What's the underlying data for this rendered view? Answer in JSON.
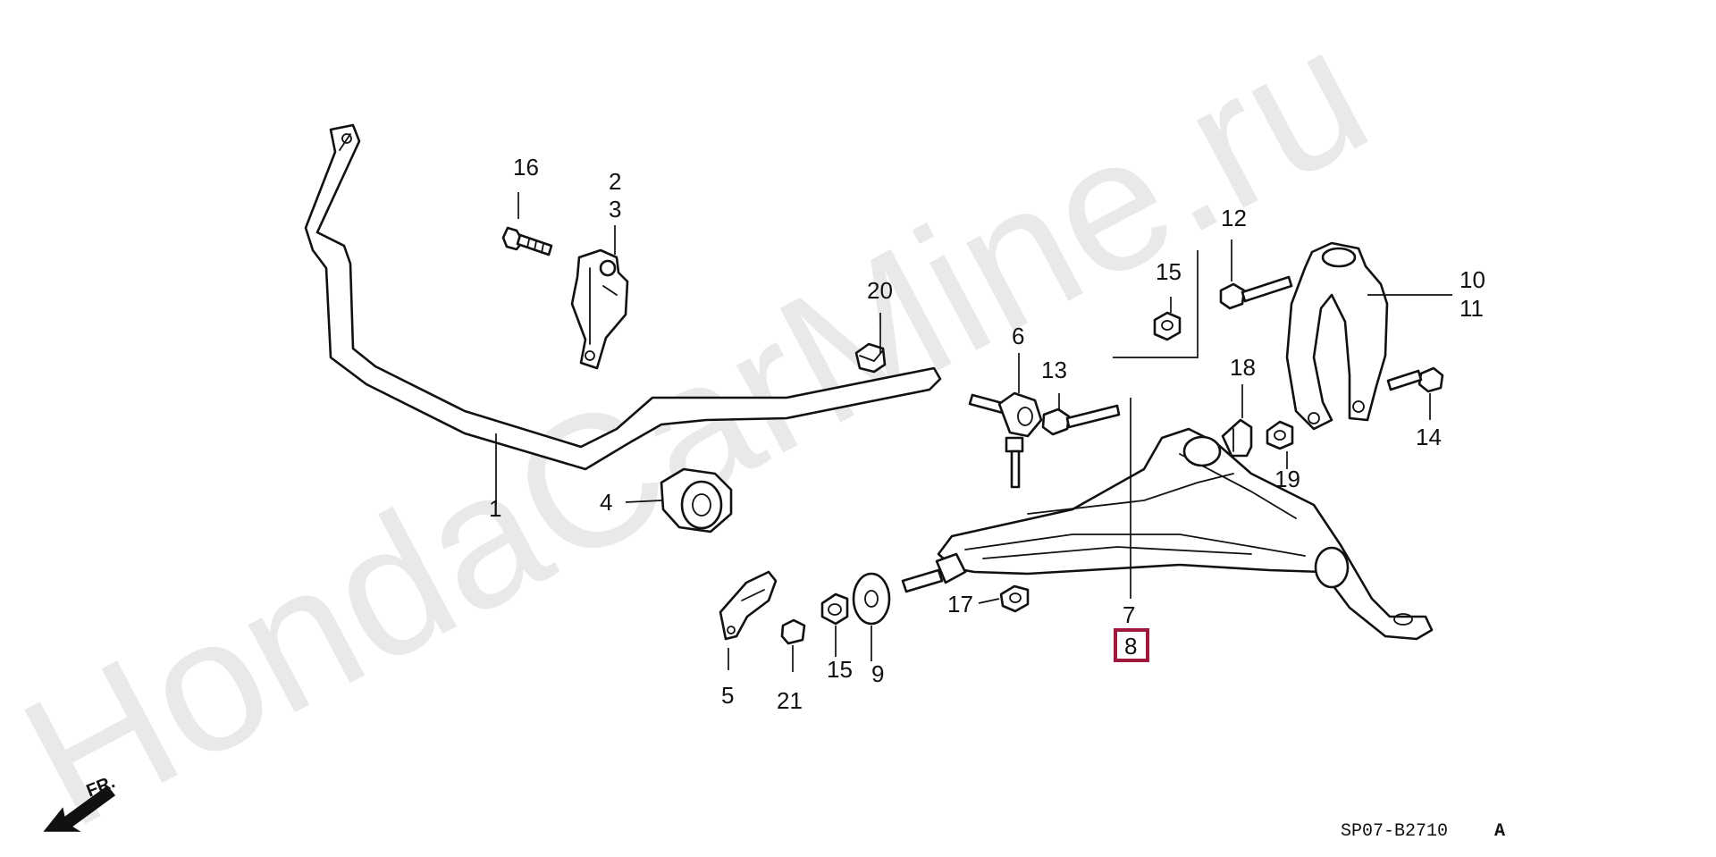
{
  "watermark": "HondaCarMine.ru",
  "highlight_color": "#a0183c",
  "callouts": {
    "c1": "1",
    "c2": "2",
    "c3": "3",
    "c4": "4",
    "c5": "5",
    "c6": "6",
    "c7": "7",
    "c8": "8",
    "c9": "9",
    "c10": "10",
    "c11": "11",
    "c12": "12",
    "c13": "13",
    "c14": "14",
    "c15a": "15",
    "c15b": "15",
    "c16": "16",
    "c17": "17",
    "c18": "18",
    "c19": "19",
    "c20": "20",
    "c21": "21"
  },
  "direction_label": "FR.",
  "diagram_code": "SP07-B2710",
  "diagram_revision": "A"
}
